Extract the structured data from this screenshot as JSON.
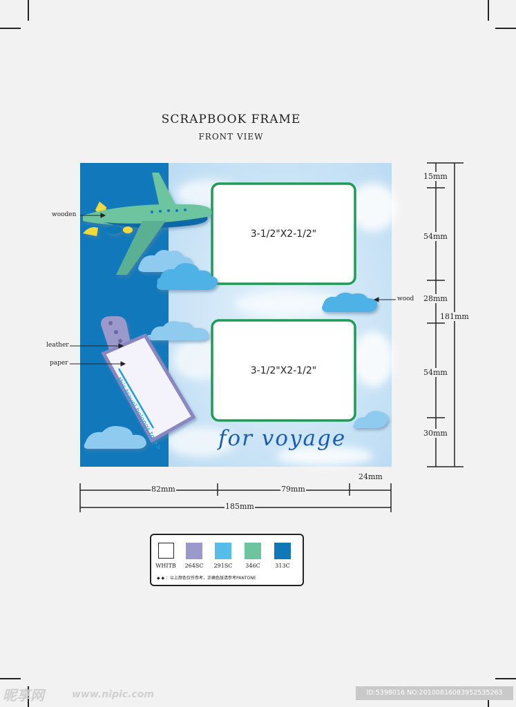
{
  "header": {
    "title": "SCRAPBOOK FRAME",
    "subtitle": "FRONT VIEW"
  },
  "artwork": {
    "photo_top": "3-1/2\"X2-1/2\"",
    "photo_bottom": "3-1/2\"X2-1/2\"",
    "tag_text": "this travel belongs to >>",
    "slogan": "for voyage"
  },
  "callouts": {
    "wooden": "wooden",
    "wood": "wood",
    "leather": "leather",
    "paper": "paper"
  },
  "dimensions": {
    "v1": "15mm",
    "v2": "54mm",
    "v3": "28mm",
    "v4": "54mm",
    "v5": "30mm",
    "total_height": "181mm",
    "h1": "82mm",
    "h2": "79mm",
    "h3": "24mm",
    "total_width": "185mm"
  },
  "palette": {
    "items": [
      {
        "label": "WHITB",
        "color": "#ffffff"
      },
      {
        "label": "264SC",
        "color": "#9b98cc"
      },
      {
        "label": "291SC",
        "color": "#56bde8"
      },
      {
        "label": "346C",
        "color": "#6cc59e"
      },
      {
        "label": "313C",
        "color": "#0f78b8"
      }
    ],
    "note": "◆ ◆ ：以上颜色仅作参考，正确色版请参考PANTONE"
  },
  "watermarks": {
    "left": "昵享网",
    "url": "www.nipic.com",
    "right": "ID:5398016 NO:20100816083952535263"
  }
}
